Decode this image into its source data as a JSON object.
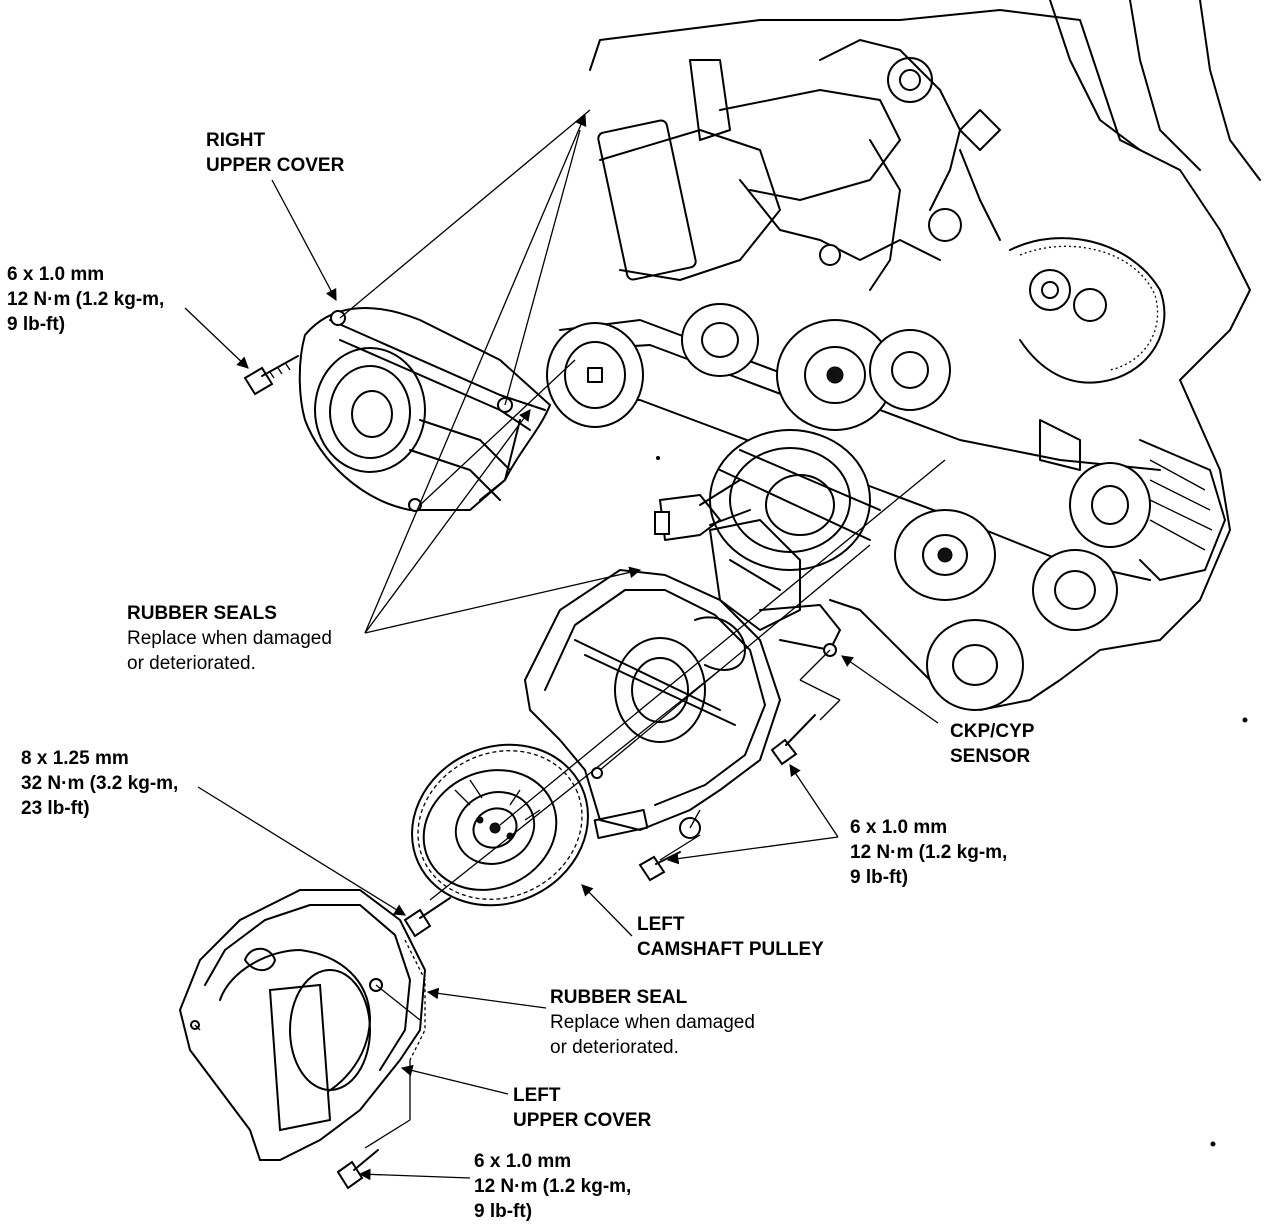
{
  "labels": {
    "right_upper_cover": [
      "RIGHT",
      "UPPER COVER"
    ],
    "bolt_top_left": [
      "6 x 1.0 mm",
      "12 N·m (1.2 kg-m,",
      "9 lb-ft)"
    ],
    "rubber_seals": {
      "title": "RUBBER SEALS",
      "note": [
        "Replace when damaged",
        "or deteriorated."
      ]
    },
    "bolt_camshaft": [
      "8 x 1.25 mm",
      "32 N·m (3.2 kg-m,",
      "23 lb-ft)"
    ],
    "ckp_cyp_sensor": [
      "CKP/CYP",
      "SENSOR"
    ],
    "bolt_middle_right": [
      "6 x 1.0 mm",
      "12 N·m (1.2 kg-m,",
      "9 lb-ft)"
    ],
    "left_camshaft_pulley": [
      "LEFT",
      "CAMSHAFT PULLEY"
    ],
    "rubber_seal": {
      "title": "RUBBER SEAL",
      "note": [
        "Replace when damaged",
        "or deteriorated."
      ]
    },
    "left_upper_cover": [
      "LEFT",
      "UPPER COVER"
    ],
    "bolt_bottom": [
      "6 x 1.0 mm",
      "12 N·m (1.2 kg-m,",
      "9 lb-ft)"
    ]
  }
}
